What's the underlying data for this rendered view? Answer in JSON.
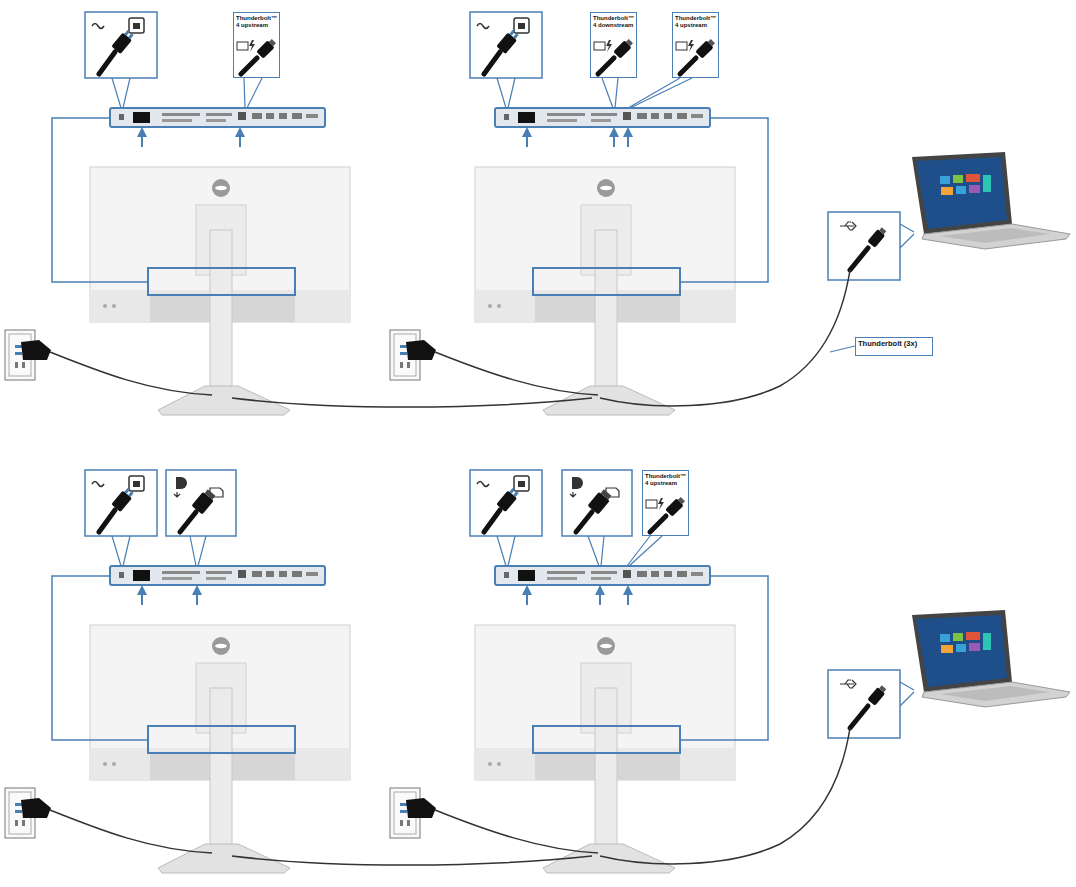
{
  "diagram": {
    "nodes": [
      {
        "text": [
          "Thunderbolt™ 4 upstream"
        ]
      },
      {
        "text": [
          "Thunderbolt™ 4 downstream"
        ]
      },
      {
        "text": [
          "Thunderbolt™ 4 upstream"
        ]
      },
      {
        "text": [
          "Thunderbolt (3x)"
        ]
      },
      {
        "text": [
          "Thunderbolt™ 4 upstream"
        ]
      }
    ]
  }
}
